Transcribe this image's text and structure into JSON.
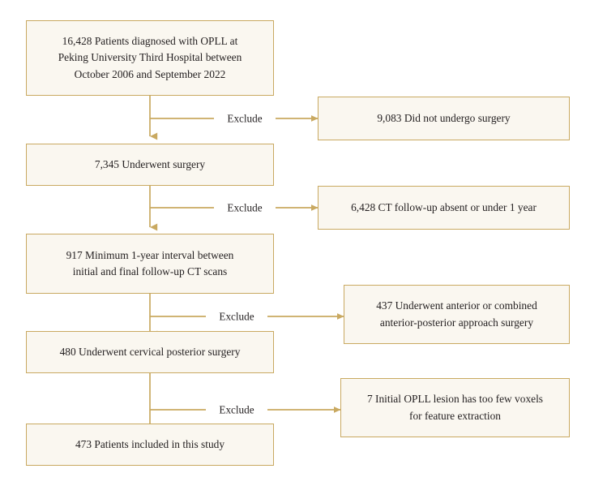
{
  "figure": {
    "type": "flowchart",
    "orientation": "vertical-with-side-exclusions",
    "colors": {
      "box_border": "#c9a961",
      "box_fill": "#faf7f0",
      "connector": "#c9a961",
      "text": "#231f20",
      "background": "#ffffff"
    }
  },
  "main_nodes": [
    {
      "id": "enrolled",
      "text": "16,428 Patients diagnosed with OPLL at\nPeking University Third Hospital between\nOctober 2006 and September 2022",
      "count": 16428
    },
    {
      "id": "underwent-surgery",
      "text": "7,345 Underwent surgery",
      "count": 7345
    },
    {
      "id": "min-interval",
      "text": "917 Minimum 1-year interval between\ninitial and final follow-up CT scans",
      "count": 917
    },
    {
      "id": "posterior-surgery",
      "text": "480 Underwent cervical posterior surgery",
      "count": 480
    },
    {
      "id": "included",
      "text": "473 Patients included in this study",
      "count": 473
    }
  ],
  "exclusion_nodes": [
    {
      "id": "no-surgery",
      "text": "9,083 Did not undergo surgery",
      "count": 9083
    },
    {
      "id": "ct-absent",
      "text": "6,428 CT follow-up absent or under 1 year",
      "count": 6428
    },
    {
      "id": "anterior-approach",
      "text": "437 Underwent anterior or combined\nanterior-posterior approach surgery",
      "count": 437
    },
    {
      "id": "few-voxels",
      "text": "7 Initial OPLL lesion has too few voxels\nfor feature extraction",
      "count": 7
    }
  ],
  "exclude_labels": [
    {
      "id": "exclude-1",
      "text": "Exclude"
    },
    {
      "id": "exclude-2",
      "text": "Exclude"
    },
    {
      "id": "exclude-3",
      "text": "Exclude"
    },
    {
      "id": "exclude-4",
      "text": "Exclude"
    }
  ]
}
